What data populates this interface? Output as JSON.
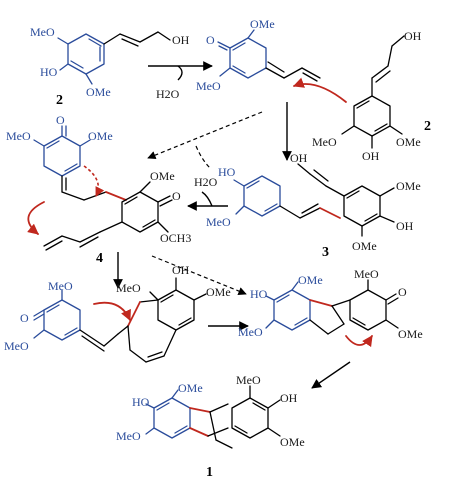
{
  "labels": {
    "meo": "MeO",
    "ome": "OMe",
    "oh": "OH",
    "ho": "HO",
    "o": "O",
    "och3": "OCH3",
    "h2o": "H2O"
  },
  "compounds": {
    "c1": "1",
    "c2": "2",
    "c3": "3",
    "c4": "4"
  },
  "colors": {
    "blue": "#2a4c9b",
    "red": "#c0281e",
    "black": "#000000"
  }
}
